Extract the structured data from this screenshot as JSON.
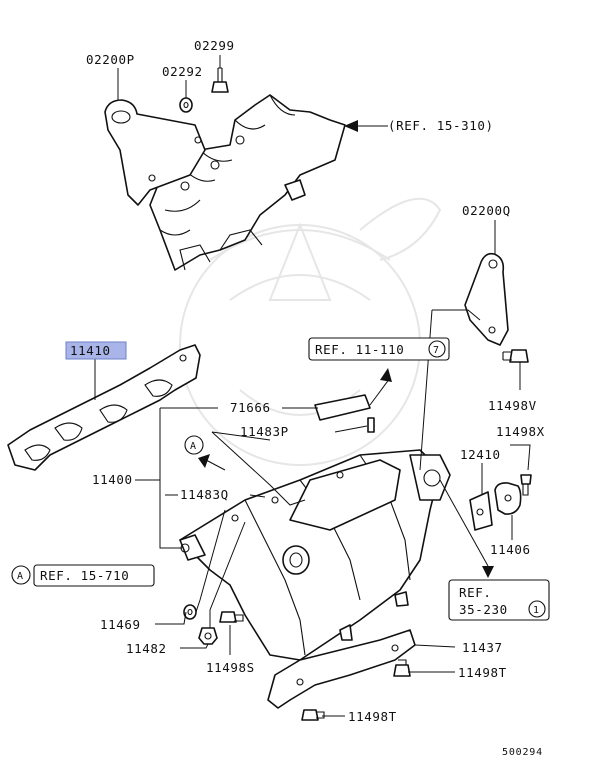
{
  "labels": {
    "p02200P": "02200P",
    "p02299": "02299",
    "p02292": "02292",
    "ref15310": "(REF. 15-310)",
    "p02200Q": "02200Q",
    "p11410": "11410",
    "ref11110": "REF. 11-110",
    "ref11110_circle": "7",
    "p11498V": "11498V",
    "p71666": "71666",
    "p11483P": "11483P",
    "p11498X": "11498X",
    "p11400": "11400",
    "p12410": "12410",
    "p11483Q": "11483Q",
    "p11406": "11406",
    "refA_marker": "A",
    "ref15710_marker": "A",
    "ref15710": "REF. 15-710",
    "ref35230_line1": "REF.",
    "ref35230_line2": "35-230",
    "ref35230_circle": "1",
    "p11469": "11469",
    "p11482": "11482",
    "p11498S": "11498S",
    "p11437": "11437",
    "p11498T_a": "11498T",
    "p11498T_b": "11498T",
    "diagram_id": "500294"
  },
  "colors": {
    "line": "#111111",
    "highlight": "#a9b4e8",
    "watermark": "#e6e6e6"
  }
}
